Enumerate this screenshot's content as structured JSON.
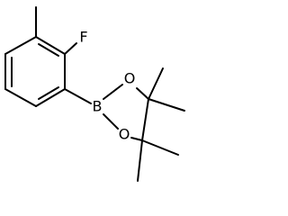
{
  "molecule": {
    "atoms": {
      "fluorine": "F",
      "boron": "B",
      "oxygen_top": "O",
      "oxygen_bottom": "O"
    }
  },
  "colors": {
    "bond": "#000000",
    "background": "#ffffff"
  }
}
